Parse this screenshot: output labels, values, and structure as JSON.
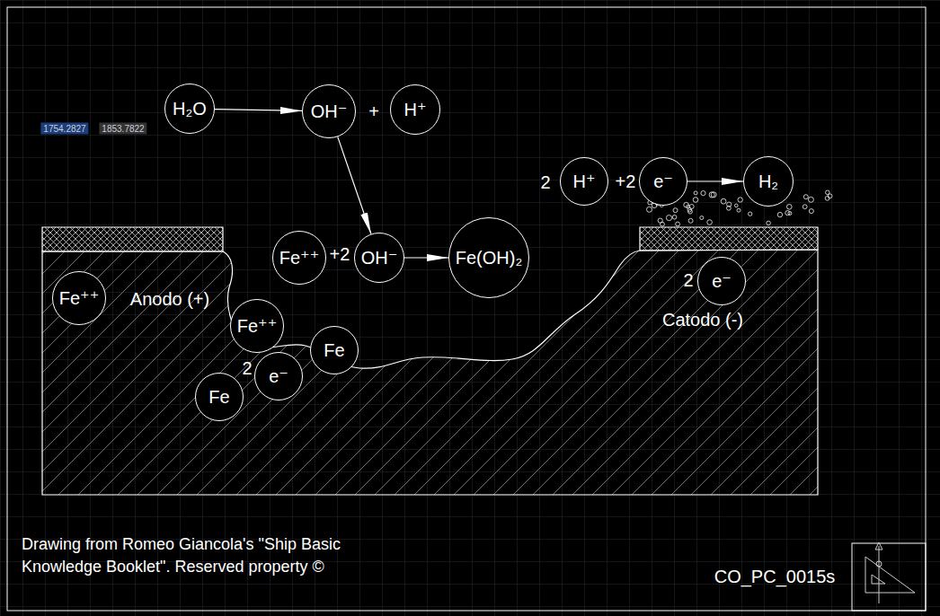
{
  "diagram": {
    "caption": "Drawing from Romeo Giancola's \"Ship Basic Knowledge Booklet\". Reserved property ©",
    "nodes": [
      {
        "text": [
          "H₂O"
        ]
      },
      {
        "text": [
          "OH⁻"
        ]
      },
      {
        "text": [
          "H⁺"
        ]
      },
      {
        "text": [
          "H⁺"
        ]
      },
      {
        "text": [
          "e⁻"
        ]
      },
      {
        "text": [
          "H₂"
        ]
      },
      {
        "text": [
          "Fe⁺⁺"
        ]
      },
      {
        "text": [
          "OH⁻"
        ]
      },
      {
        "text": [
          "Fe(OH)₂"
        ]
      },
      {
        "text": [
          "Fe⁺⁺"
        ]
      },
      {
        "text": [
          "e⁻"
        ]
      },
      {
        "text": [
          "Fe⁺⁺"
        ]
      },
      {
        "text": [
          "Fe"
        ]
      },
      {
        "text": [
          "e⁻"
        ]
      },
      {
        "text": [
          "Fe"
        ]
      }
    ],
    "edges": [
      {
        "from": 0,
        "to": 1,
        "arrow": "to"
      },
      {
        "from": 1,
        "to": 7,
        "arrow": "to"
      },
      {
        "from": 7,
        "to": 8,
        "arrow": "to"
      },
      {
        "from": 4,
        "to": 5,
        "arrow": "to"
      }
    ],
    "labels": [
      "+",
      "2",
      "+2",
      "+2",
      "Anodo (+)",
      "2",
      "Catodo (-)",
      "2",
      "CO_PC_0015s",
      "1754.2827",
      "1853.7822"
    ]
  }
}
